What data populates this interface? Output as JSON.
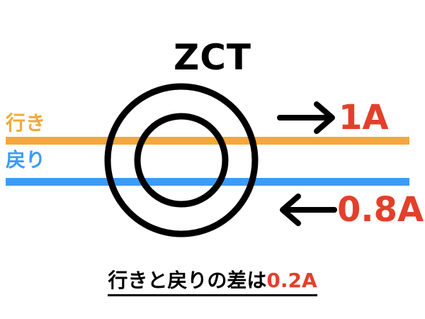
{
  "title": "ZCT",
  "wires": {
    "outgoing": {
      "label": "行き",
      "color": "#f2a93b"
    },
    "return": {
      "label": "戻り",
      "color": "#3d9cf2"
    }
  },
  "currents": {
    "outgoing": {
      "value": "1A"
    },
    "return": {
      "value": "0.8A"
    }
  },
  "caption": {
    "prefix": "行きと戻りの差は",
    "value": "0.2A"
  },
  "colors": {
    "ring": "#000000",
    "arrow": "#000000",
    "current_text": "#e2402a",
    "text": "#000000"
  },
  "icons": {
    "outgoing_arrow": "arrow-right-icon",
    "return_arrow": "arrow-left-icon"
  }
}
